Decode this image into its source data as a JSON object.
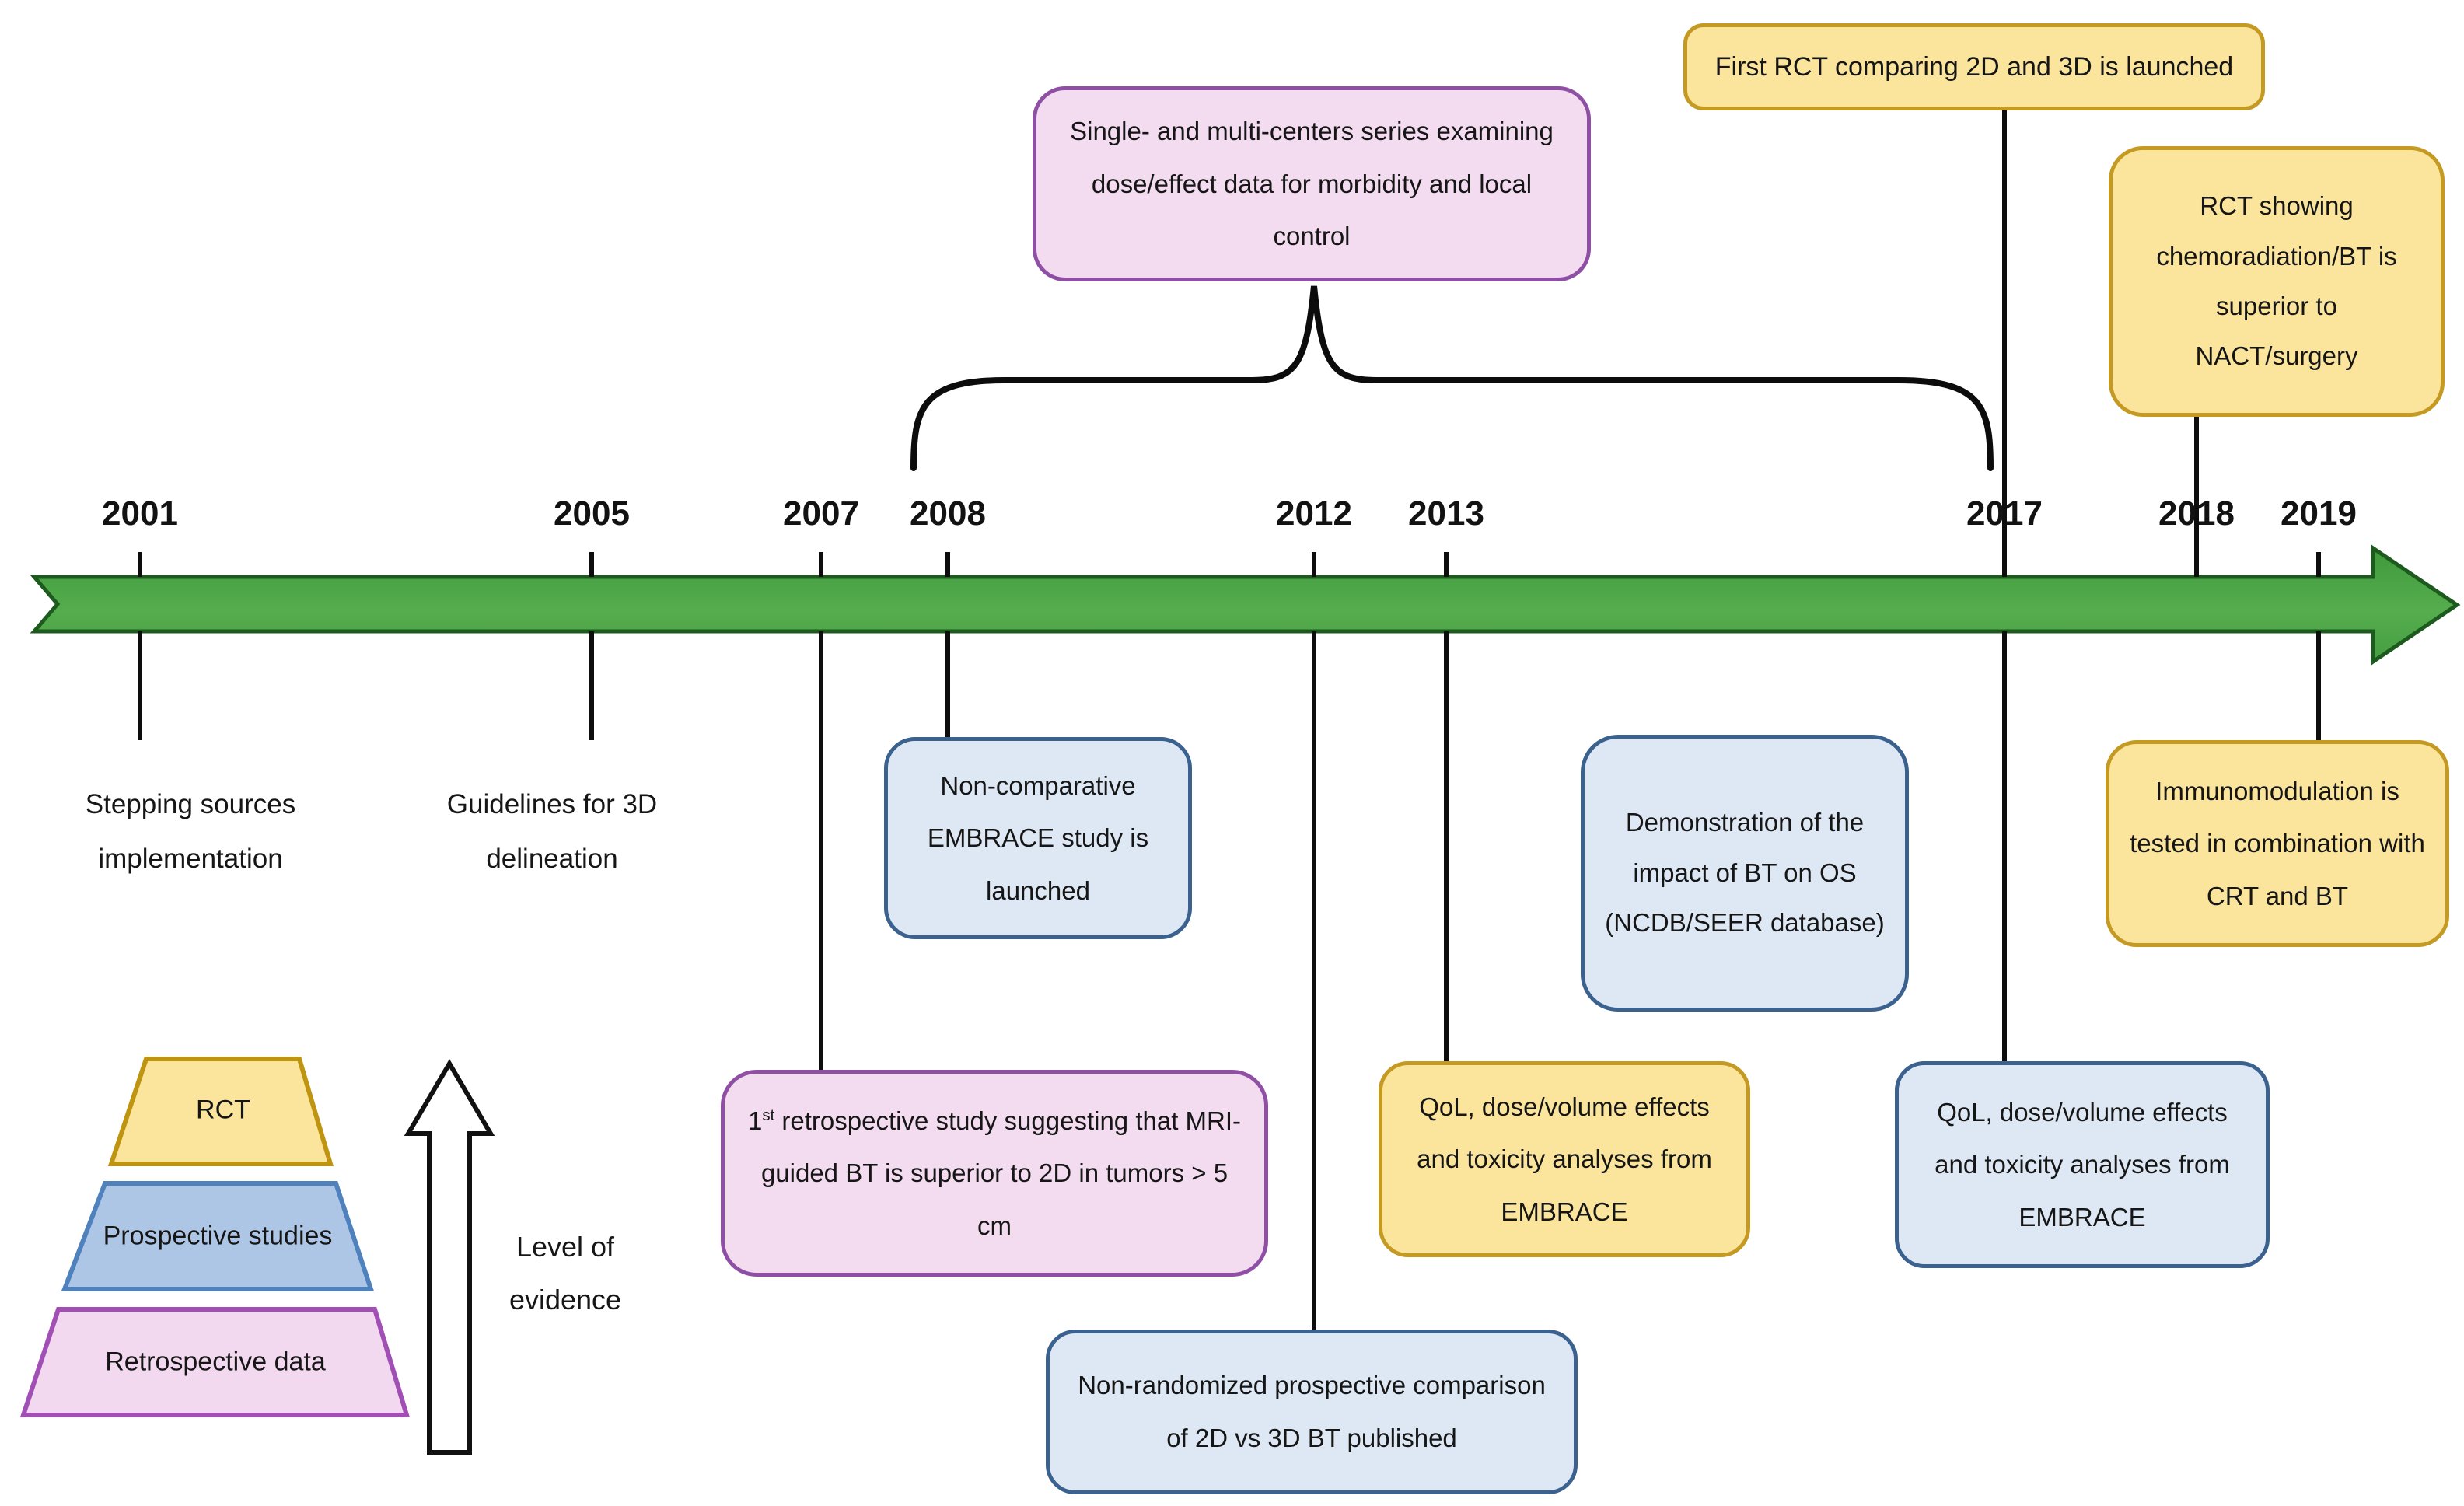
{
  "timeline": {
    "years": [
      "2001",
      "2005",
      "2007",
      "2008",
      "2012",
      "2013",
      "2017",
      "2018",
      "2019"
    ]
  },
  "events": {
    "top_series": {
      "text": "Single- and multi-centers series examining dose/effect data for morbidity and local control"
    },
    "first_rct": {
      "text": "First RCT comparing 2D and 3D is launched"
    },
    "rct_chemo": {
      "text": "RCT showing chemoradiation/BT is superior to NACT/surgery"
    },
    "stepping": {
      "text": "Stepping sources implementation"
    },
    "guidelines": {
      "text": "Guidelines for 3D delineation"
    },
    "embrace_launch": {
      "text": "Non-comparative EMBRACE study is launched"
    },
    "retro_2007": {
      "num": "1",
      "sup": "st",
      "text": " retrospective study suggesting that MRI-guided BT is superior to 2D in tumors > 5 cm"
    },
    "nonrandomized_2012": {
      "text": "Non-randomized prospective comparison of 2D vs 3D BT published"
    },
    "qol_2013": {
      "text": "QoL, dose/volume effects and toxicity analyses from EMBRACE"
    },
    "demonstration_os": {
      "text": "Demonstration of the impact of BT on OS (NCDB/SEER database)"
    },
    "qol_2017": {
      "text": "QoL, dose/volume effects and toxicity analyses from EMBRACE"
    },
    "immuno_2019": {
      "text": "Immunomodulation is tested in combination with CRT and BT"
    }
  },
  "legend": {
    "rct": "RCT",
    "prospective": "Prospective studies",
    "retrospective": "Retrospective data",
    "axis_label": "Level of evidence"
  },
  "colors": {
    "timeline_green_fill": "#4aa347",
    "timeline_green_border": "#1d5a1d",
    "yellow_fill": "#fbe49c",
    "yellow_border": "#c49a22",
    "blue_fill": "#dde8f4",
    "blue_border": "#3b618f",
    "pink_fill": "#f3dbf0",
    "pink_border": "#8e4fa5",
    "legend_blue_fill": "#aec6e6",
    "legend_blue_border": "#4f81bd",
    "line_black": "#0d0d0d"
  }
}
